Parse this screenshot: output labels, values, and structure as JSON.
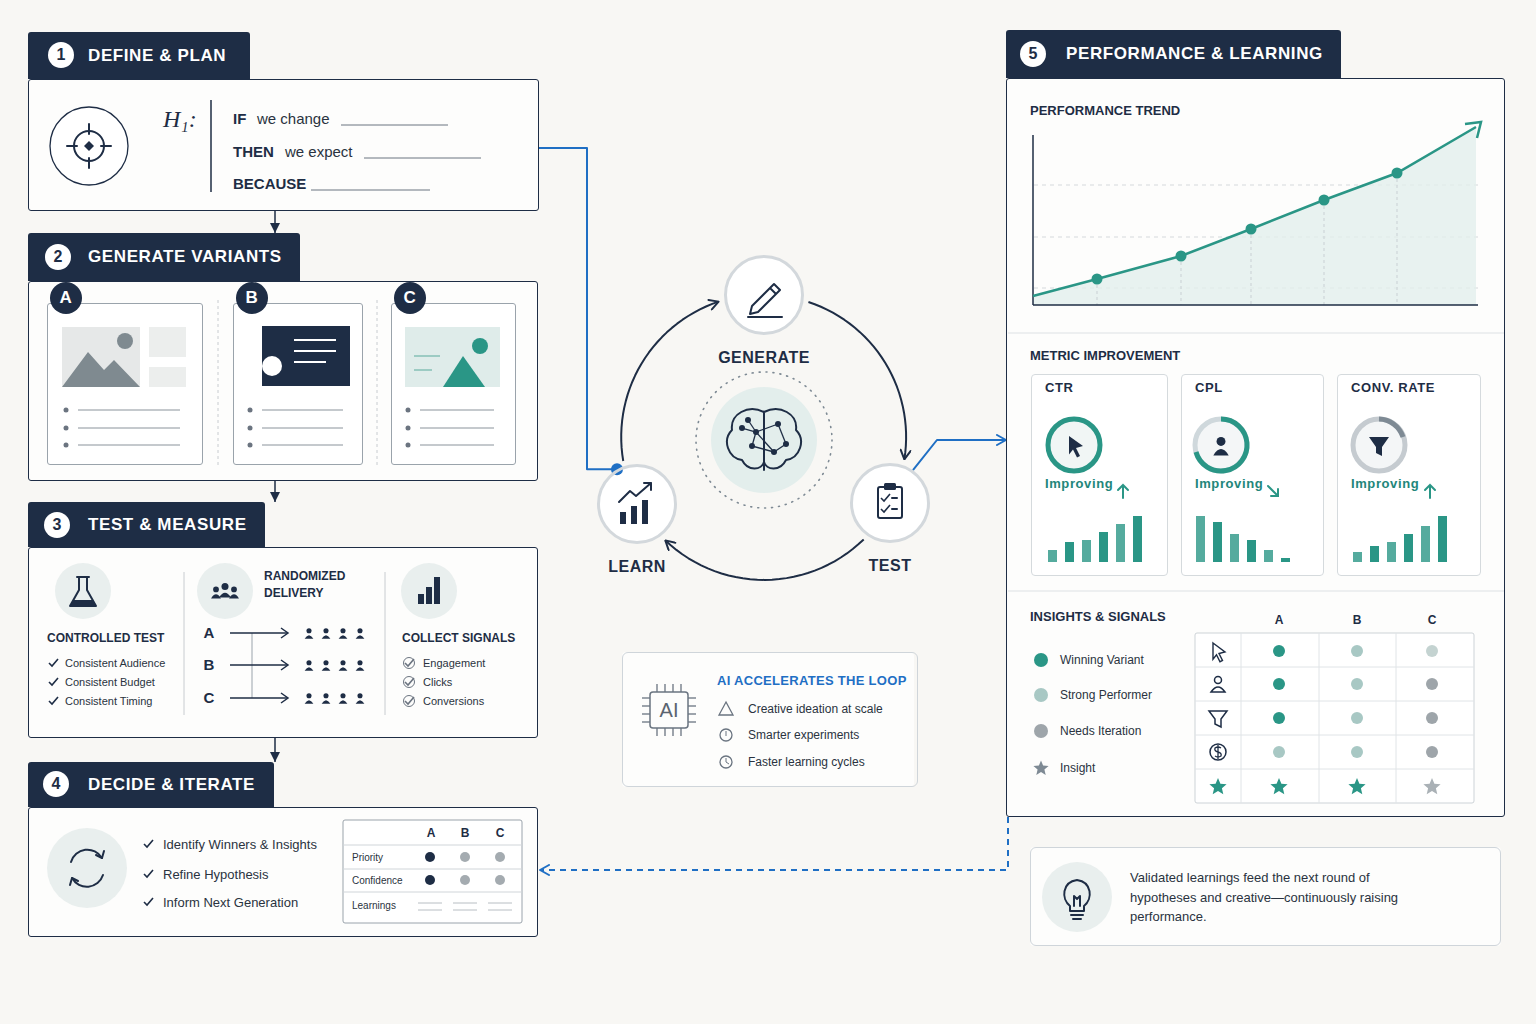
{
  "diagram": {
    "nodes": [
      {
        "text": [
          "DEFINE & PLAN"
        ]
      },
      {
        "text": [
          "GENERATE VARIANTS"
        ]
      },
      {
        "text": [
          "A"
        ],
        "in": 1
      },
      {
        "text": [
          "B"
        ],
        "in": 1
      },
      {
        "text": [
          "C"
        ],
        "in": 1
      },
      {
        "text": [
          "TEST & MEASURE"
        ]
      },
      {
        "text": [
          "DECIDE & ITERATE"
        ]
      },
      {
        "text": [
          "GENERATE"
        ]
      },
      {
        "text": [
          "TEST"
        ]
      },
      {
        "text": [
          "LEARN"
        ]
      },
      {
        "text": [
          "AI ACCELERATES THE LOOP"
        ]
      },
      {
        "text": [
          "PERFORMANCE & LEARNING"
        ]
      },
      {
        "text": [
          "CTR",
          "Improving"
        ],
        "in": 11
      },
      {
        "text": [
          "CPL",
          "Improving"
        ],
        "in": 11
      },
      {
        "text": [
          "CONV. RATE",
          "Improving"
        ],
        "in": 11
      },
      {
        "text": [
          "Validated learnings feed the next round of hypotheses and creative—continuously raising performance."
        ]
      }
    ],
    "edges": [
      {
        "from": 0,
        "to": 1,
        "arrow": "to"
      },
      {
        "from": 1,
        "to": 5,
        "arrow": "to"
      },
      {
        "from": 5,
        "to": 6,
        "arrow": "to"
      },
      {
        "from": 0,
        "to": 9,
        "arrow": "none"
      },
      {
        "from": 7,
        "to": 8,
        "arrow": "to"
      },
      {
        "from": 8,
        "to": 9,
        "arrow": "to"
      },
      {
        "from": 9,
        "to": 7,
        "arrow": "to"
      },
      {
        "from": 8,
        "to": 11,
        "arrow": "to"
      },
      {
        "from": 11,
        "to": 6,
        "arrow": "to"
      }
    ],
    "labels": [
      "1",
      "H₁:",
      "IF",
      "we change",
      "THEN",
      "we expect",
      "BECAUSE",
      "2",
      "3",
      "CONTROLLED TEST",
      "Consistent Audience",
      "Consistent Budget",
      "Consistent Timing",
      "RANDOMIZED DELIVERY",
      "A",
      "B",
      "C",
      "COLLECT SIGNALS",
      "Engagement",
      "Clicks",
      "Conversions",
      "4",
      "Identify Winners & Insights",
      "Refine Hypothesis",
      "Inform Next Generation",
      "A",
      "B",
      "C",
      "Priority",
      "Confidence",
      "Learnings",
      "AI",
      "Creative ideation at scale",
      "Smarter experiments",
      "Faster learning cycles",
      "5",
      "PERFORMANCE TREND",
      "METRIC IMPROVEMENT",
      "INSIGHTS & SIGNALS",
      "A",
      "B",
      "C"
    ],
    "legend": [
      {
        "text": "Winning Variant",
        "color": "#2a9686"
      },
      {
        "text": "Strong Performer",
        "color": "#a8c8c4"
      },
      {
        "text": "Needs Iteration",
        "color": "#9ea5aa"
      },
      {
        "text": "Insight"
      }
    ]
  }
}
